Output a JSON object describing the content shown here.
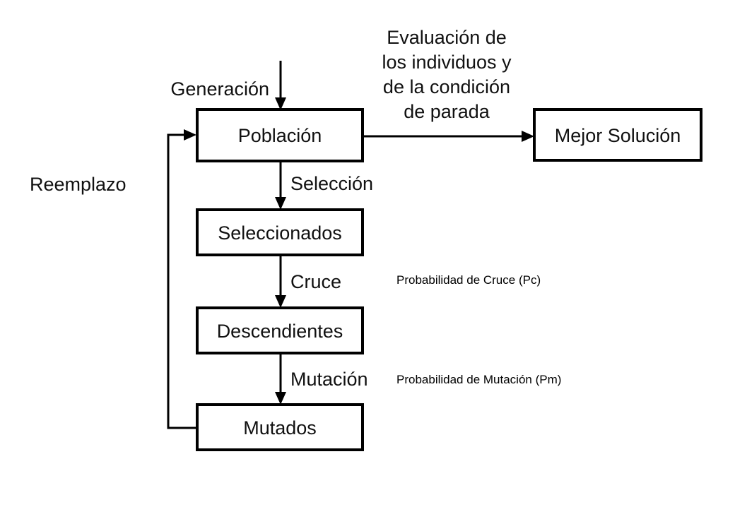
{
  "nodes": {
    "poblacion": "Población",
    "mejor_solucion": "Mejor Solución",
    "seleccionados": "Seleccionados",
    "descendientes": "Descendientes",
    "mutados": "Mutados"
  },
  "edges": {
    "generacion": "Generación",
    "evaluacion": [
      "Evaluación de",
      "los individuos y",
      "de la condición",
      "de parada"
    ],
    "seleccion": "Selección",
    "cruce": "Cruce",
    "mutacion": "Mutación",
    "reemplazo": "Reemplazo"
  },
  "notes": {
    "prob_cruce": "Probabilidad de Cruce (Pc)",
    "prob_mutacion": "Probabilidad de Mutación (Pm)"
  }
}
